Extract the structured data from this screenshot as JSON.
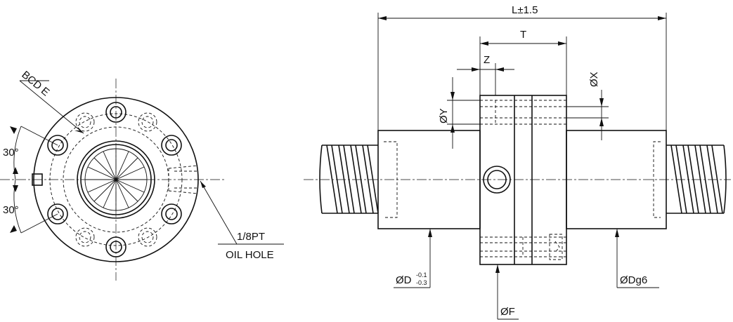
{
  "labels": {
    "bcd": "BCD E",
    "angle_top": "30°",
    "angle_bottom": "30°",
    "oil_hole_thread": "1/8PT",
    "oil_hole": "OIL HOLE",
    "overall_length": "L±1.5",
    "t": "T",
    "z": "Z",
    "x": "ØX",
    "y": "ØY",
    "d": "ØD",
    "d_tol_upper": "-0.1",
    "d_tol_lower": "-0.3",
    "f": "ØF",
    "dg6": "ØDg6"
  }
}
